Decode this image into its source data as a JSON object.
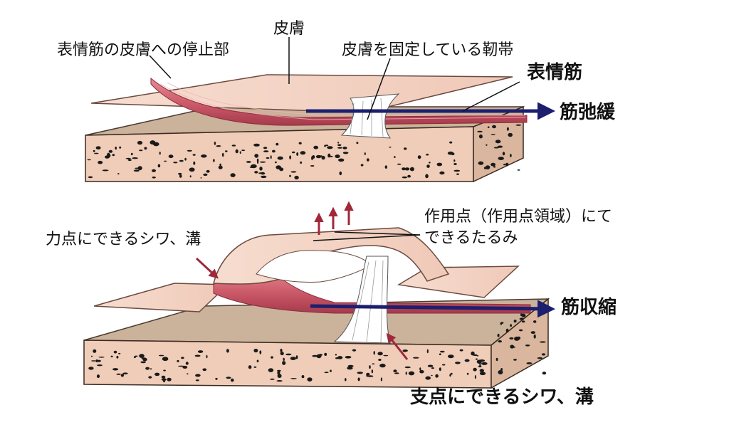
{
  "diagram": {
    "top_panel": {
      "labels": {
        "skin": "皮膚",
        "insertion": "表情筋の皮膚への停止部",
        "ligament": "皮膚を固定している靭帯",
        "muscle": "表情筋",
        "relax": "筋弛緩"
      }
    },
    "bottom_panel": {
      "labels": {
        "action_line1": "作用点（作用点領域）にて",
        "action_line2": "できるたるみ",
        "force": "力点にできるシワ、溝",
        "contract": "筋収縮",
        "fulcrum": "支点にできるシワ、溝"
      }
    },
    "colors": {
      "skin": "#f3d2c2",
      "skin_edge": "#6b4a40",
      "muscle": "#d26470",
      "muscle_dark": "#a73a4a",
      "subcutaneous_top": "#cbb29a",
      "subcutaneous_side": "#efcdb8",
      "speckle": "#1a1a1a",
      "arrow_blue": "#1b1f6e",
      "arrow_red": "#a0283a"
    }
  }
}
